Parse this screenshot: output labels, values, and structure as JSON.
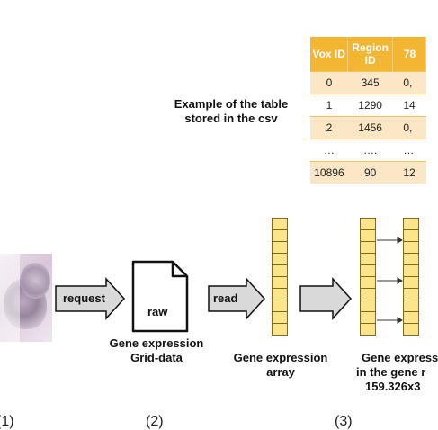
{
  "table": {
    "headers": [
      "Vox ID",
      "Region ID",
      "78"
    ],
    "rows": [
      [
        "0",
        "345",
        "0,"
      ],
      [
        "1",
        "1290",
        "14"
      ],
      [
        "2",
        "1456",
        "0,"
      ],
      [
        "…",
        "….",
        "…"
      ],
      [
        "10896",
        "90",
        "12"
      ]
    ]
  },
  "table_caption": "Example of the table stored in the csv",
  "arrows": {
    "request": "request",
    "read": "read"
  },
  "file_icon_label": "raw",
  "captions": {
    "grid_data": [
      "Gene expression",
      "Grid-data"
    ],
    "array": [
      "Gene expression",
      "array"
    ],
    "region": [
      "Gene express",
      "in the gene r",
      "159.326x3"
    ]
  },
  "step_markers": [
    "(1)",
    "(2)",
    "(3)"
  ],
  "colors": {
    "table_header": "#f2b632",
    "table_band": "#fbe7c6",
    "cell_fill": "#fbe48a",
    "cell_border": "#7a6a1f",
    "arrow_fill": "#d9d9d9"
  }
}
